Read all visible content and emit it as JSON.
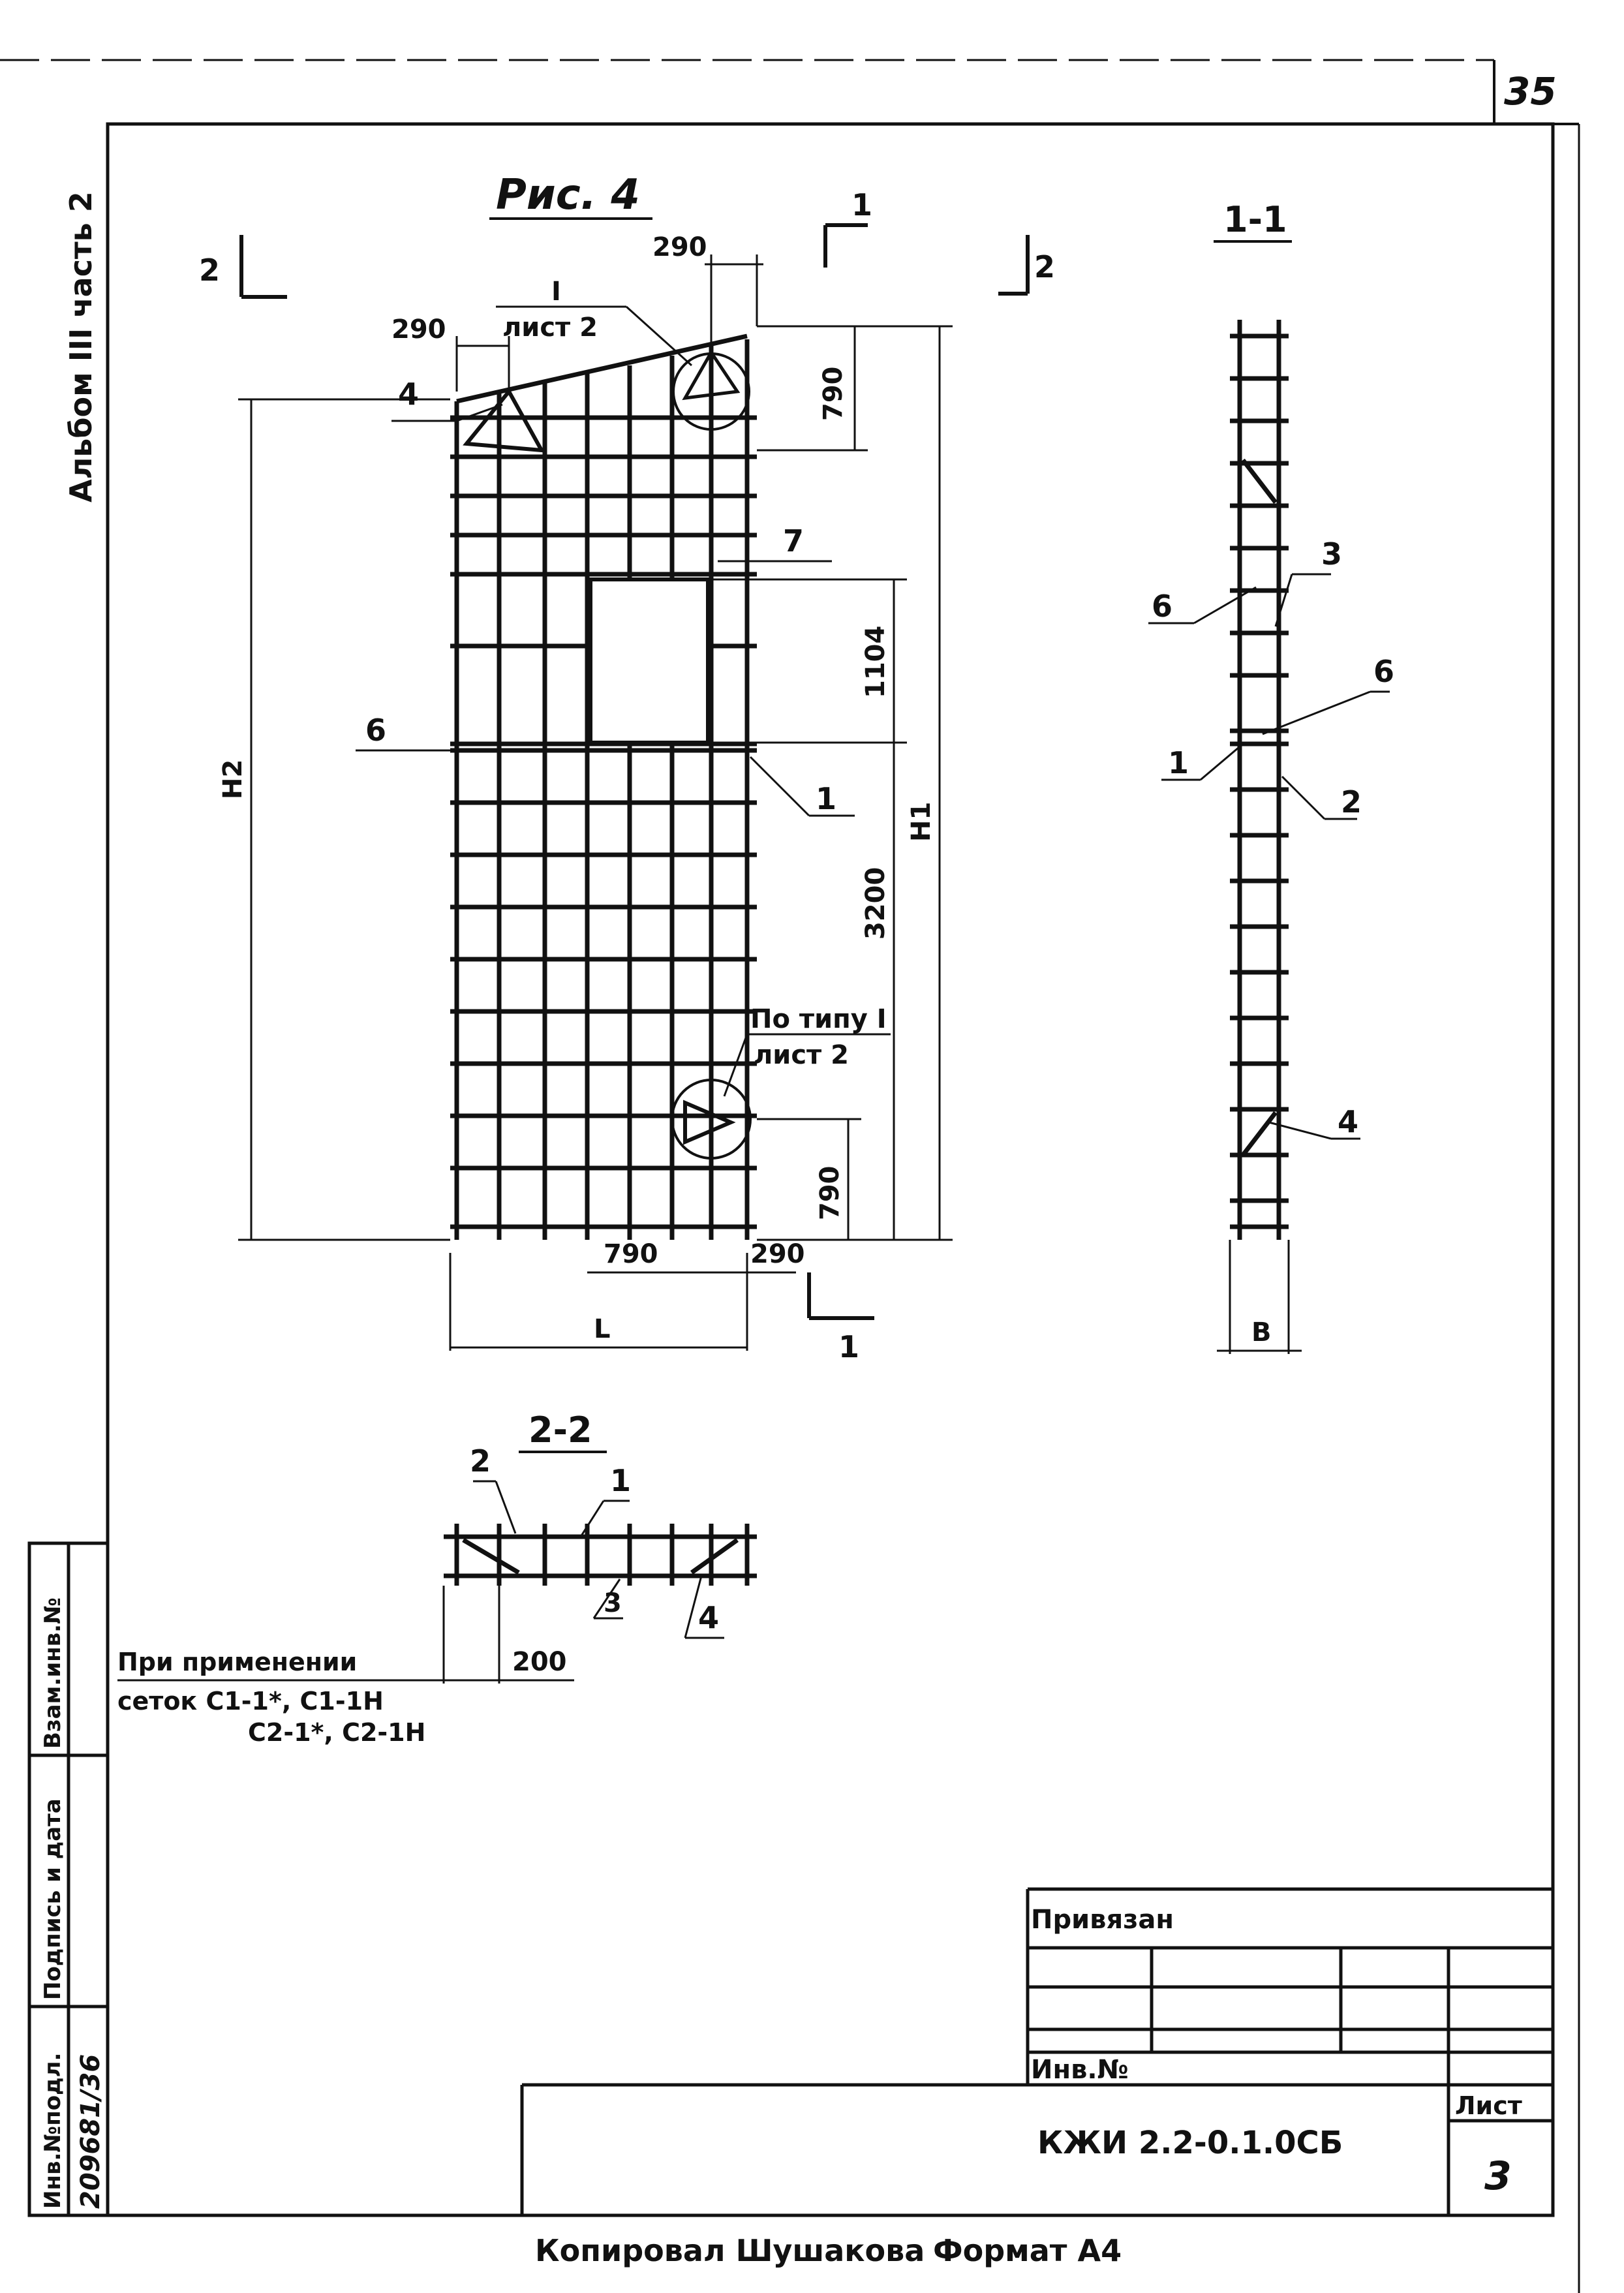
{
  "page_number": "35",
  "album_label": "Альбом III часть 2",
  "figure_title": "Рис. 4",
  "section_marks": {
    "s1_top": "1",
    "s1_bottom": "1",
    "s2_left": "2",
    "s2_right": "2"
  },
  "callouts": {
    "detail_ref_num": "I",
    "detail_ref_sheet": "лист 2",
    "by_type_label": "По типу I",
    "by_type_sheet": "лист 2"
  },
  "dimensions": {
    "top_right_offset": "290",
    "top_left_offset": "290",
    "corner_height": "790",
    "opening_height": "1104",
    "lower_height": "3200",
    "bottom_corner_height": "790",
    "bottom_width": "790",
    "bottom_offset": "290",
    "total_width": "L",
    "left_total": "H2",
    "right_total": "H1",
    "section_width": "B",
    "pitch_2_2": "200"
  },
  "elevation_positions": {
    "p4": "4",
    "p7": "7",
    "p6": "6",
    "p1": "1"
  },
  "section_1_1": {
    "title": "1-1",
    "positions": {
      "p6a": "6",
      "p3": "3",
      "p6b": "6",
      "p1": "1",
      "p2": "2",
      "p4": "4"
    }
  },
  "section_2_2": {
    "title": "2-2",
    "positions": {
      "p2": "2",
      "p1": "1",
      "p3": "3",
      "p4": "4"
    }
  },
  "note": {
    "line1": "При применении",
    "line2": "сеток С1-1*, С1-1Н",
    "line3": "С2-1*, С2-1Н"
  },
  "left_stamp": {
    "inv_orig": "Инв.№подл.",
    "sign_date": "Подпись и дата",
    "replace_inv": "Взам.инв.№",
    "inv_number": "209681/36"
  },
  "title_block": {
    "tied_label": "Привязан",
    "inv_label": "Инв.№",
    "doc_code": "КЖИ 2.2-0.1.0СБ",
    "sheet_label": "Лист",
    "sheet_number": "3"
  },
  "footer": {
    "copied_by": "Копировал Шушакова",
    "format": "Формат А4"
  }
}
